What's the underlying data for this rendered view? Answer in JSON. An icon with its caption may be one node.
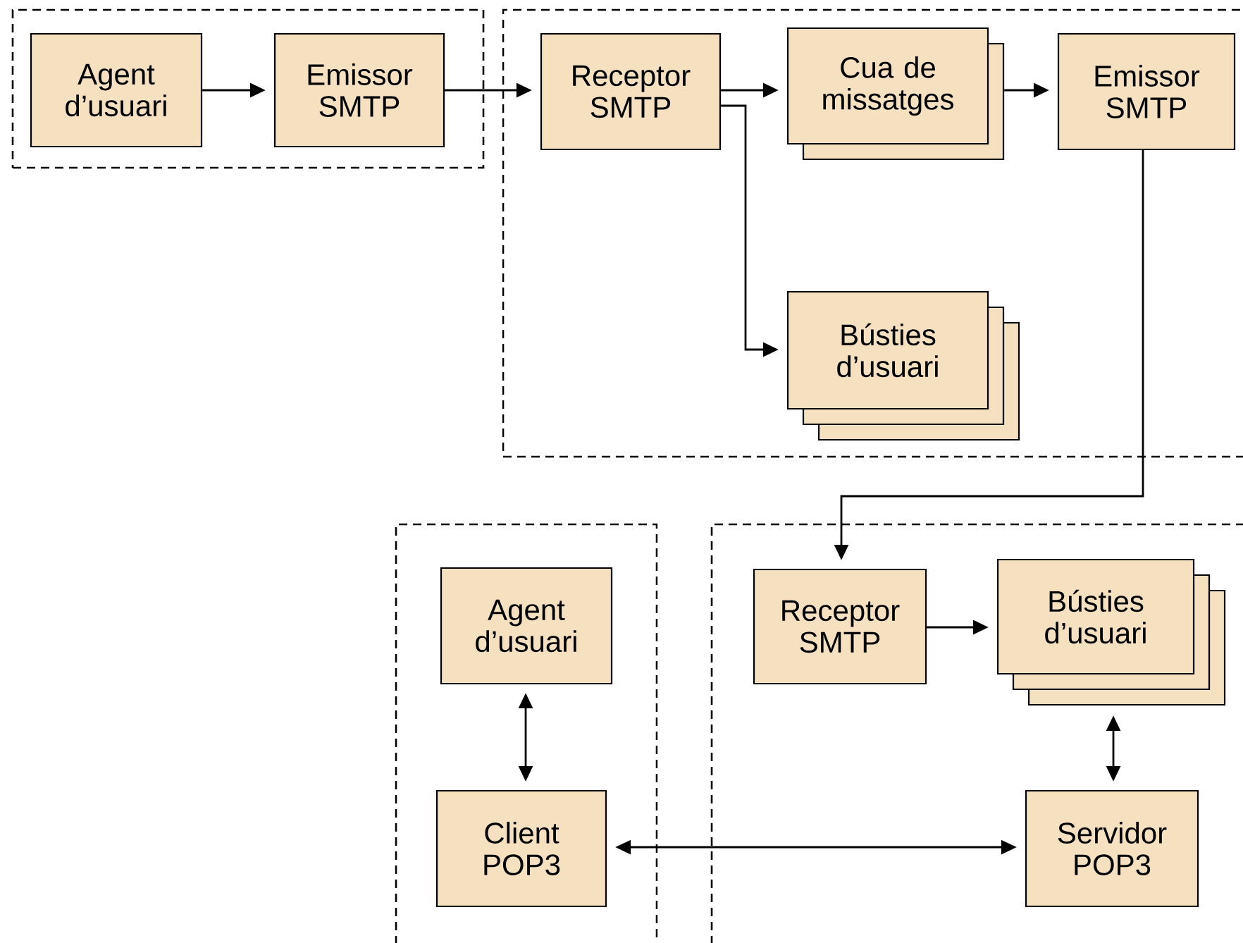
{
  "diagram": {
    "nodes": [
      {
        "text": [],
        "shape": "box"
      },
      {
        "text": [
          "Agent d’usuari"
        ],
        "in": 0
      },
      {
        "text": [
          "Emissor SMTP"
        ],
        "in": 0
      },
      {
        "text": [],
        "shape": "box"
      },
      {
        "text": [
          "Receptor SMTP"
        ],
        "in": 3
      },
      {
        "text": [
          "Cua de missatges"
        ],
        "in": 3
      },
      {
        "text": [
          "Emissor SMTP"
        ],
        "in": 3
      },
      {
        "text": [
          "Bústies d’usuari"
        ],
        "in": 3
      },
      {
        "text": [],
        "shape": "box"
      },
      {
        "text": [
          "Agent d’usuari"
        ],
        "in": 8
      },
      {
        "text": [
          "Client POP3"
        ],
        "in": 8
      },
      {
        "text": [],
        "shape": "box"
      },
      {
        "text": [
          "Receptor SMTP"
        ],
        "in": 11
      },
      {
        "text": [
          "Bústies d’usuari"
        ],
        "in": 11
      },
      {
        "text": [
          "Servidor POP3"
        ],
        "in": 11
      }
    ],
    "edges": [
      {
        "from": 1,
        "to": 2,
        "arrow": "to"
      },
      {
        "from": 2,
        "to": 4,
        "arrow": "to"
      },
      {
        "from": 4,
        "to": 5,
        "arrow": "to"
      },
      {
        "from": 4,
        "to": 7,
        "arrow": "to"
      },
      {
        "from": 5,
        "to": 6,
        "arrow": "to"
      },
      {
        "from": 6,
        "to": 12,
        "arrow": "to"
      },
      {
        "from": 12,
        "to": 13,
        "arrow": "to"
      },
      {
        "from": 9,
        "to": 10,
        "arrow": "both"
      },
      {
        "from": 13,
        "to": 14,
        "arrow": "both"
      },
      {
        "from": 10,
        "to": 14,
        "arrow": "both"
      }
    ]
  }
}
